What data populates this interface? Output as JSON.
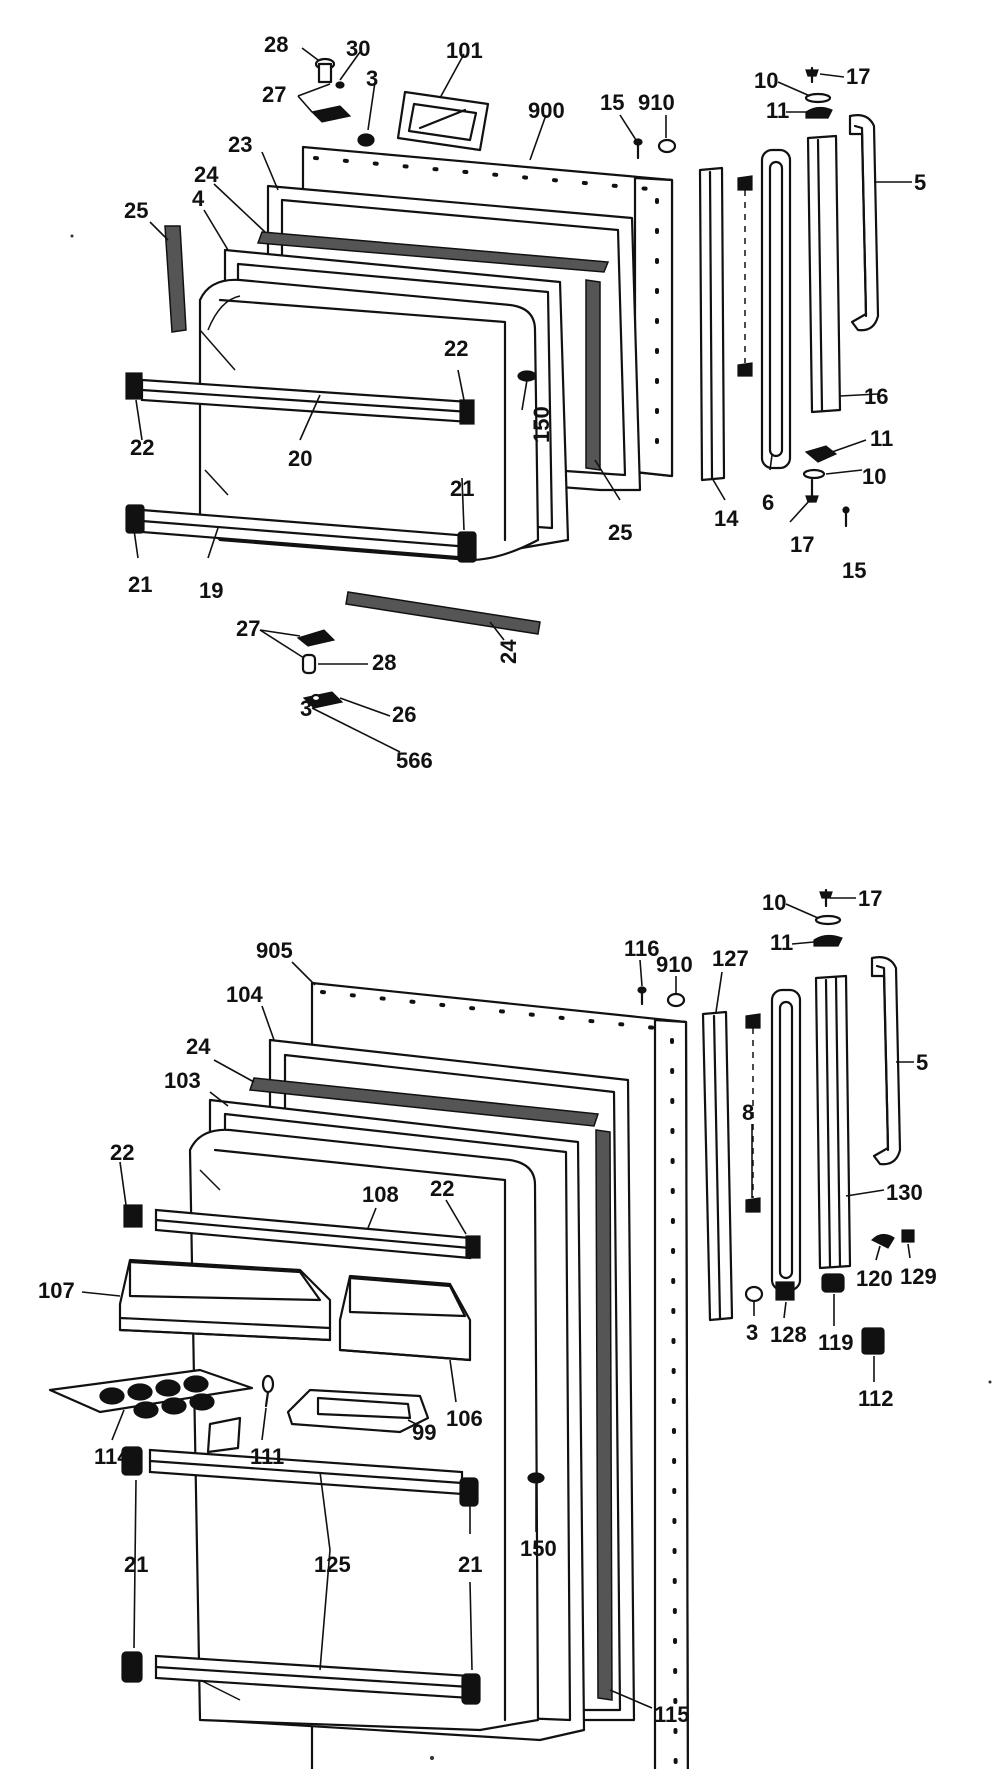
{
  "figure": {
    "title": "",
    "upper_assembly": {
      "callouts": [
        "28",
        "30",
        "27",
        "3",
        "101",
        "900",
        "15",
        "910",
        "10",
        "17",
        "11",
        "5",
        "23",
        "24",
        "25",
        "4",
        "22",
        "150",
        "20",
        "21",
        "19",
        "16",
        "14",
        "6",
        "15",
        "11",
        "10",
        "17",
        "25",
        "22",
        "21",
        "27",
        "28",
        "24",
        "26",
        "3",
        "566"
      ]
    },
    "lower_assembly": {
      "callouts": [
        "116",
        "910",
        "127",
        "10",
        "17",
        "11",
        "905",
        "104",
        "24",
        "103",
        "22",
        "108",
        "22",
        "107",
        "8",
        "5",
        "130",
        "120",
        "129",
        "114",
        "111",
        "106",
        "119",
        "112",
        "3",
        "128",
        "99",
        "21",
        "125",
        "21",
        "150",
        "115"
      ]
    }
  }
}
